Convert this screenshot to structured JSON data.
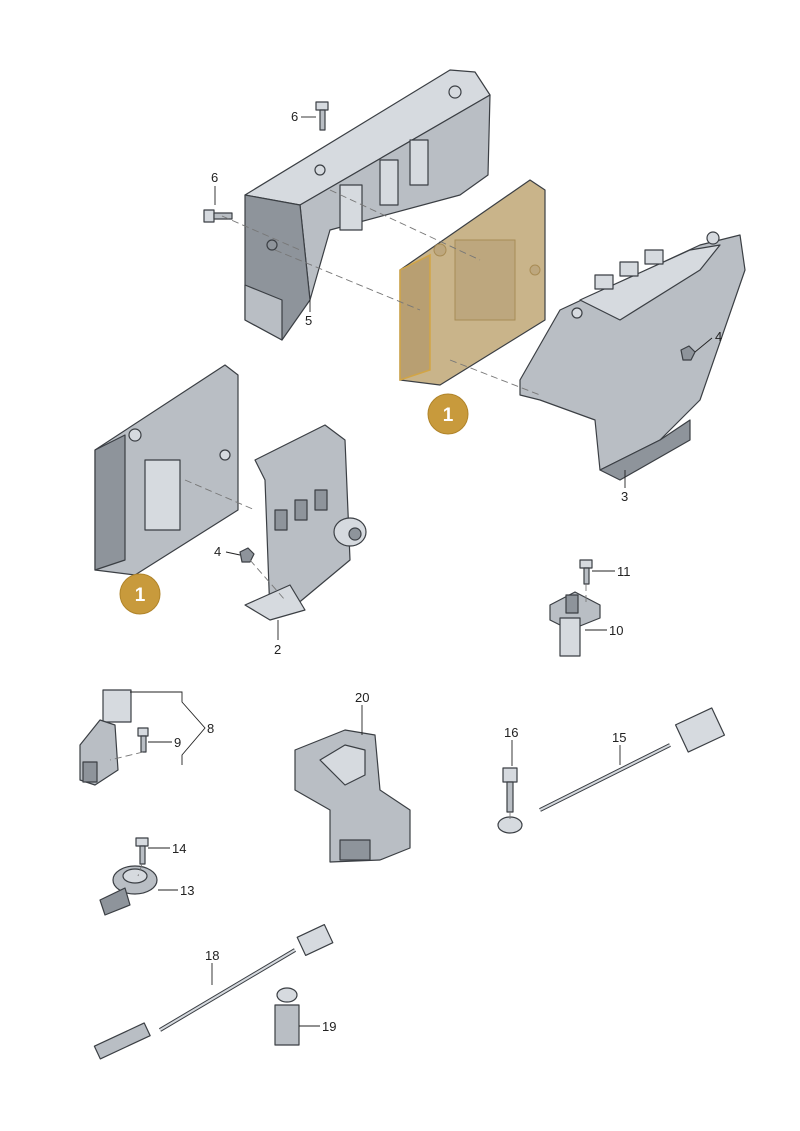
{
  "colors": {
    "highlight": "#d2a545",
    "highlight_fill": "#c9b48a",
    "callout": "#c89a3c"
  },
  "callouts": {
    "top": "1",
    "left": "1"
  },
  "labels": {
    "l6a": "6",
    "l6b": "6",
    "l5": "5",
    "l4a": "4",
    "l3": "3",
    "l4b": "4",
    "l2": "2",
    "l11": "11",
    "l10": "10",
    "l8": "8",
    "l9": "9",
    "l20": "20",
    "l16": "16",
    "l15": "15",
    "l14": "14",
    "l13": "13",
    "l18": "18",
    "l19": "19"
  }
}
